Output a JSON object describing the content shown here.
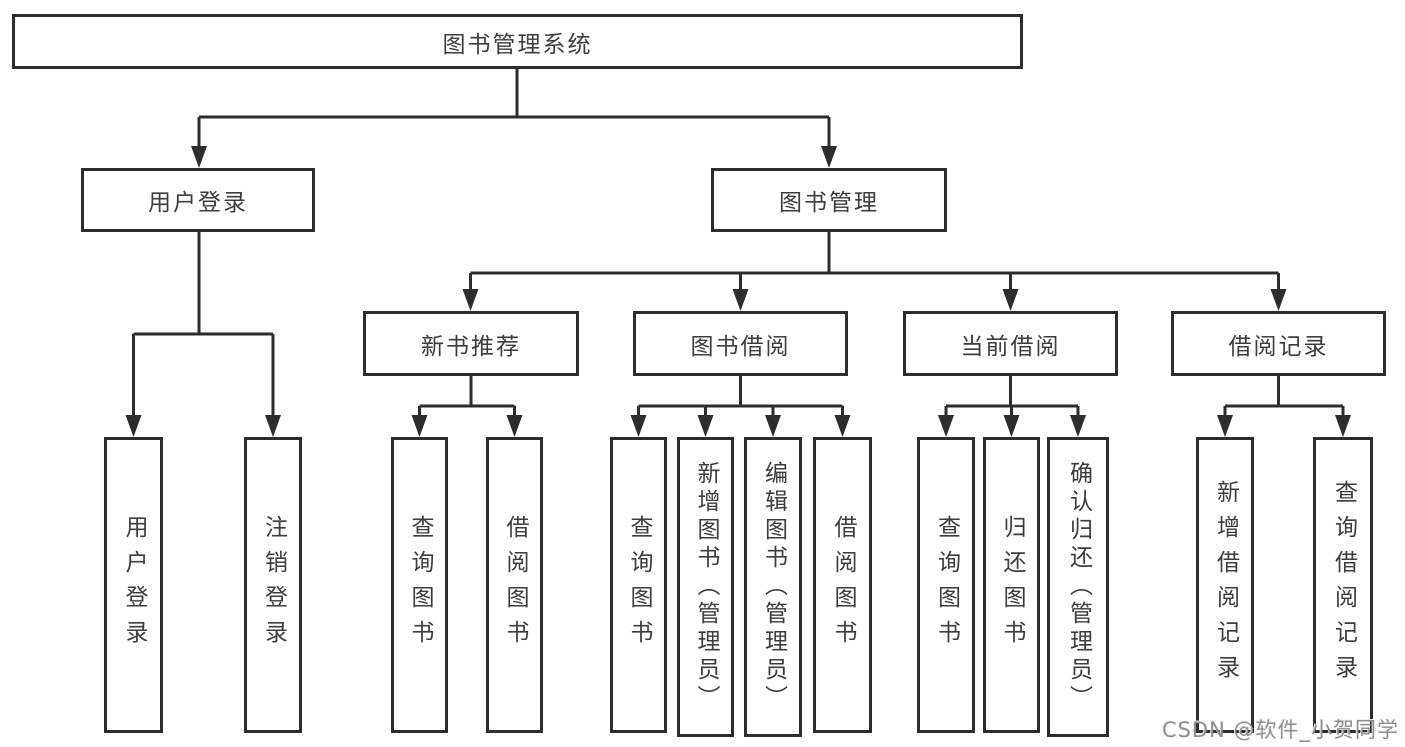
{
  "title": "图书管理系统",
  "watermark": "CSDN @软件_小贺同学",
  "colors": {
    "line": "#2d2d2d",
    "border": "#2d2d2d",
    "text": "#3d3d3d",
    "background": "#ffffff",
    "watermark": "#8f8f8f"
  },
  "tree": {
    "root": {
      "label": "图书管理系统",
      "children": [
        {
          "label": "用户登录",
          "children": [
            {
              "label": "用户登录"
            },
            {
              "label": "注销登录"
            }
          ]
        },
        {
          "label": "图书管理",
          "children": [
            {
              "label": "新书推荐",
              "children": [
                {
                  "label": "查询图书"
                },
                {
                  "label": "借阅图书"
                }
              ]
            },
            {
              "label": "图书借阅",
              "children": [
                {
                  "label": "查询图书"
                },
                {
                  "label": "新增图书（管理员）"
                },
                {
                  "label": "编辑图书（管理员）"
                },
                {
                  "label": "借阅图书"
                }
              ]
            },
            {
              "label": "当前借阅",
              "children": [
                {
                  "label": "查询图书"
                },
                {
                  "label": "归还图书"
                },
                {
                  "label": "确认归还（管理员）"
                }
              ]
            },
            {
              "label": "借阅记录",
              "children": [
                {
                  "label": "新增借阅记录"
                },
                {
                  "label": "查询借阅记录"
                }
              ]
            }
          ]
        }
      ]
    }
  }
}
